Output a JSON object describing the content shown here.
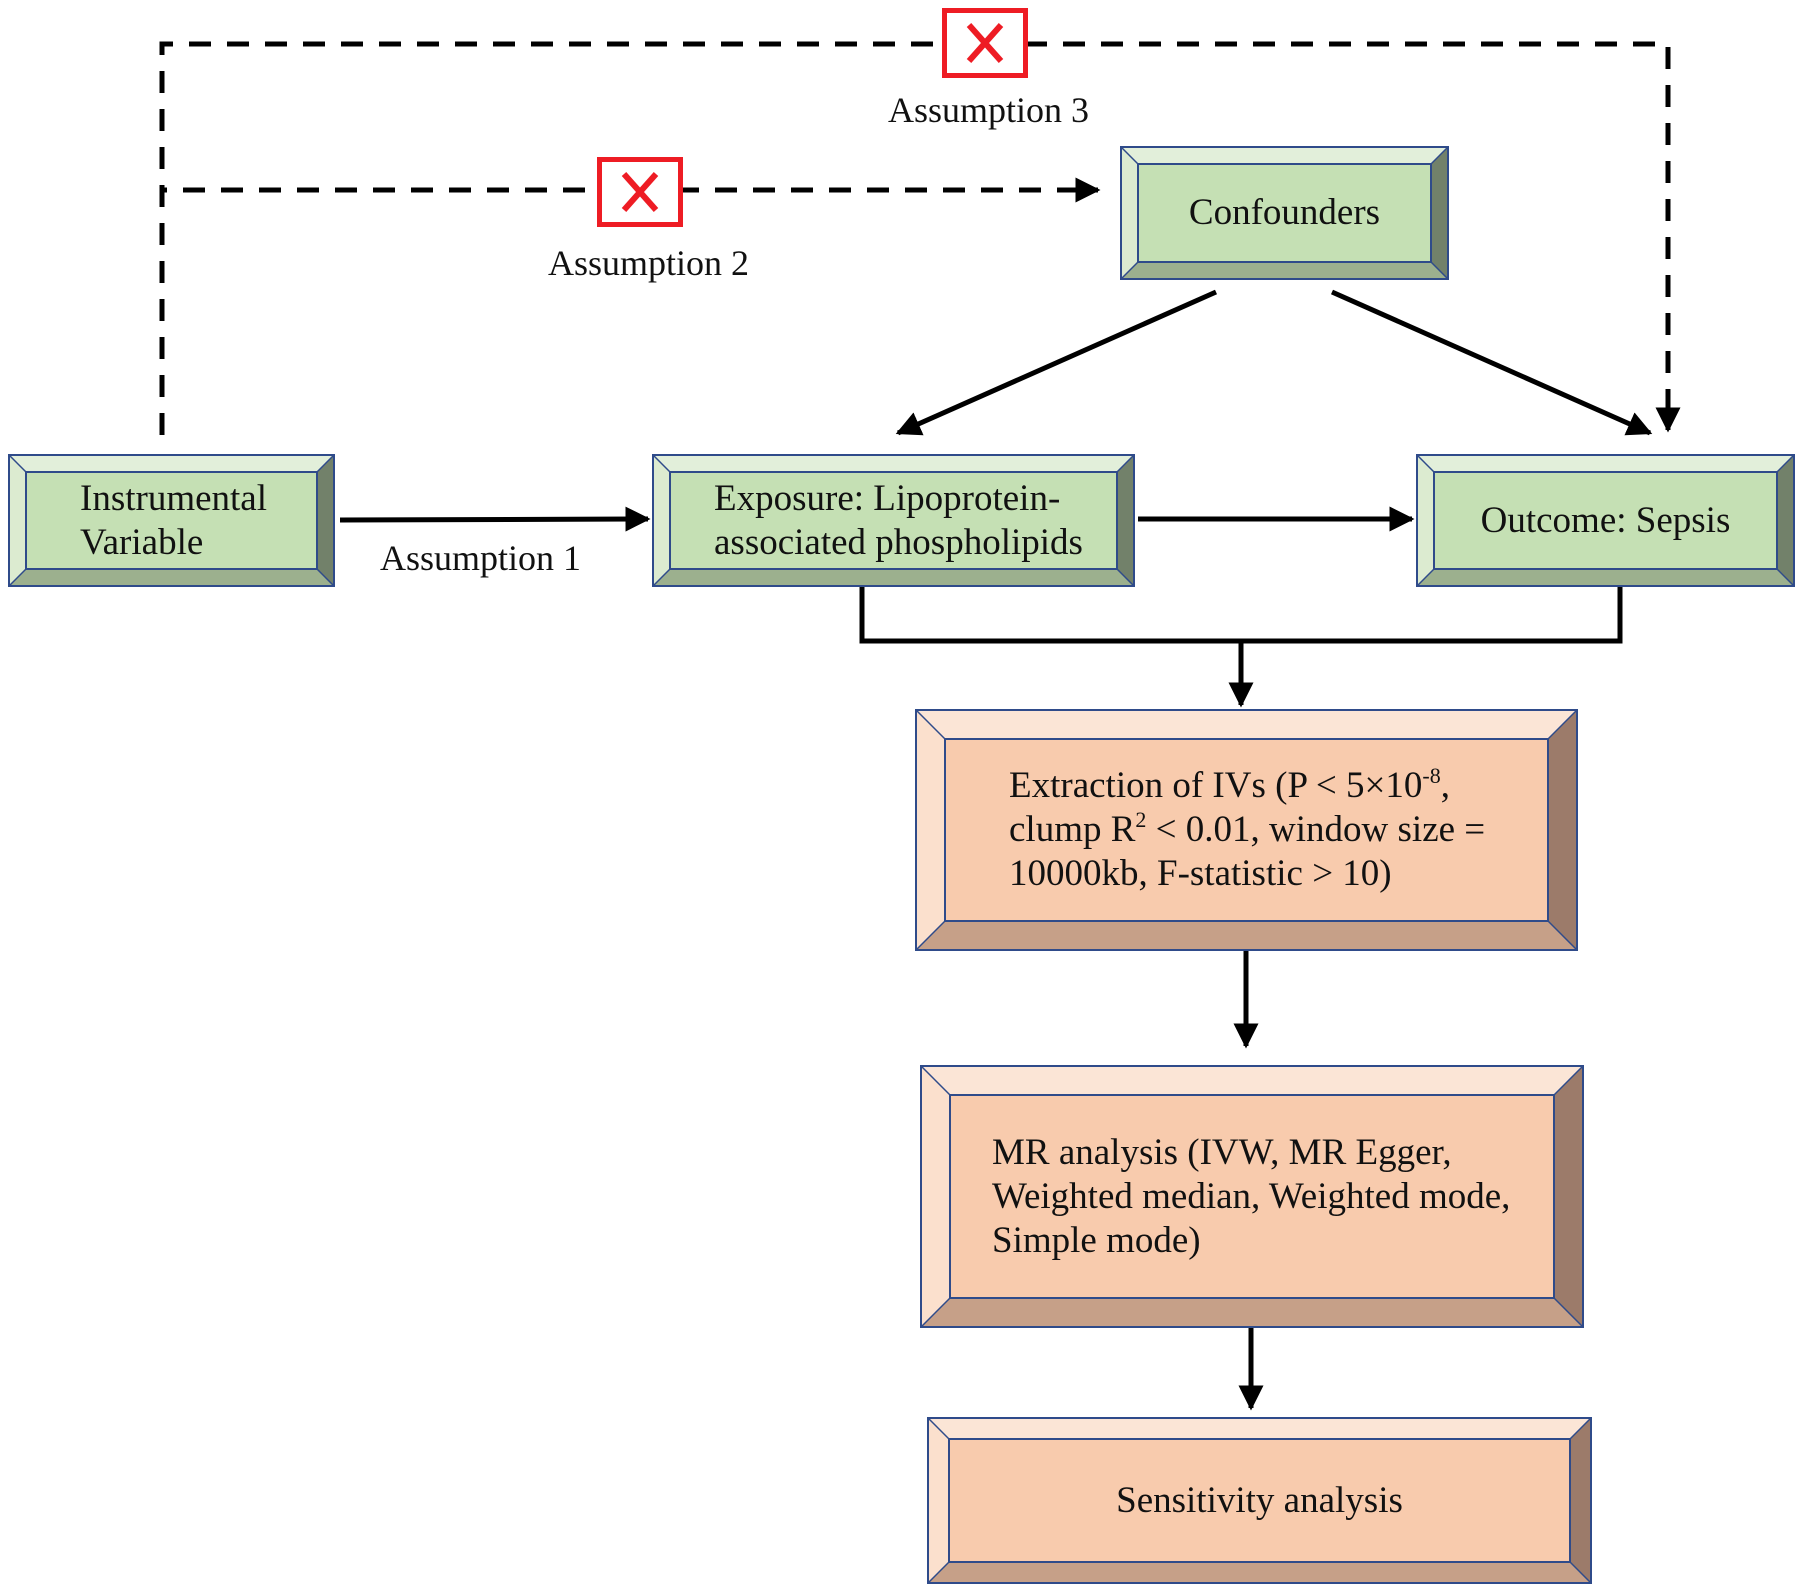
{
  "colors": {
    "green_face": "#c5e0b4",
    "orange_face": "#f8cbad",
    "box_border": "#2f4b8a",
    "red_x": "#ee1c24",
    "line": "#000000"
  },
  "boxes": {
    "instrumental": {
      "lines": [
        "Instrumental",
        "Variable"
      ]
    },
    "confounders": {
      "lines": [
        "Confounders"
      ]
    },
    "exposure": {
      "lines": [
        "Exposure: Lipoprotein-",
        "associated phospholipids"
      ]
    },
    "outcome": {
      "lines": [
        "Outcome: Sepsis"
      ]
    },
    "extraction": {
      "line1_text": "Extraction of IVs (P < 5×10",
      "line1_sup": "-8",
      "line1_tail": ",",
      "line2_text": "clump R",
      "line2_sup": "2",
      "line2_tail": " < 0.01, window size =",
      "line3": "10000kb, F-statistic > 10)"
    },
    "mr_analysis": {
      "lines": [
        "MR analysis (IVW, MR Egger,",
        "Weighted median, Weighted mode,",
        "Simple mode)"
      ]
    },
    "sensitivity": {
      "lines": [
        "Sensitivity analysis"
      ]
    }
  },
  "labels": {
    "assumption1": "Assumption 1",
    "assumption2": "Assumption 2",
    "assumption3": "Assumption 3"
  },
  "icons": {
    "violation_marker": "x-mark-icon"
  }
}
